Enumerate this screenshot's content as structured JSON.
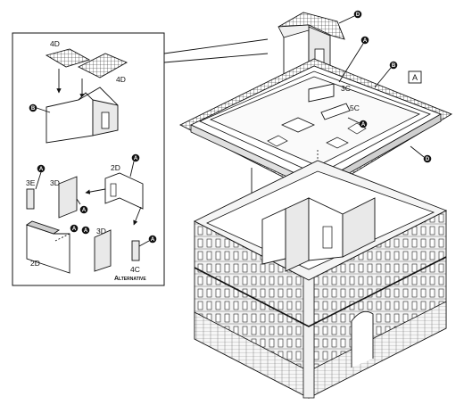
{
  "labels": {
    "tile_roof_left": "4D",
    "tile_roof_right": "4D",
    "wall_3e": "3E",
    "wall_3d_top": "3D",
    "wall_2d_top": "2D",
    "wall_3d_bottom": "3D",
    "wall_2d_bottom": "2D",
    "wall_4c": "4C",
    "alternative": "Alternative",
    "main_3c": "3C",
    "main_5c": "5C",
    "box_a": "A"
  },
  "badges": {
    "a": "A",
    "b": "B",
    "d": "D"
  }
}
